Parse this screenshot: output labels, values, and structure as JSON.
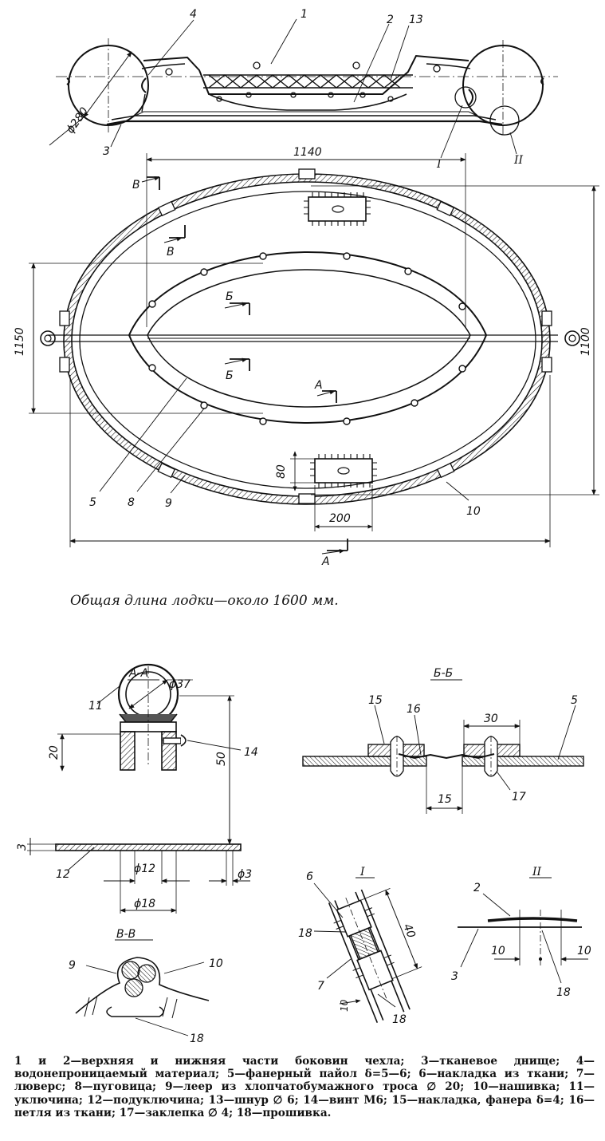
{
  "plan": {
    "parts_top": [
      "1",
      "2",
      "13",
      "4",
      "3",
      "I",
      "II"
    ],
    "diameter_280": "ϕ280",
    "dim_1140": "1140",
    "dim_1150": "1150",
    "dim_1100": "1100",
    "dim_80": "80",
    "dim_200": "200",
    "cut_B": "В",
    "cut_Bb": "Б",
    "cut_A": "А",
    "parts_plan": [
      "5",
      "8",
      "9",
      "10"
    ]
  },
  "caption": "Общая длина лодки—около 1600 мм.",
  "sections": {
    "aa": {
      "title": "А-А",
      "labels": [
        "11",
        "12",
        "14"
      ],
      "d37": "ϕ37",
      "d12": "ϕ12",
      "d18": "ϕ18",
      "d3": "ϕ3",
      "h50": "50",
      "h20": "20",
      "t3": "3"
    },
    "bb": {
      "title": "Б-Б",
      "labels": [
        "15",
        "16",
        "5",
        "17"
      ],
      "w30": "30",
      "w15": "15"
    },
    "vv": {
      "title": "В-В",
      "labels": [
        "9",
        "10",
        "18"
      ]
    },
    "det1": {
      "title": "I",
      "labels": [
        "6",
        "18",
        "7",
        "18"
      ],
      "l40": "40",
      "t10": "10"
    },
    "det2": {
      "title": "II",
      "labels": [
        "2",
        "3",
        "18"
      ],
      "w10a": "10",
      "w10b": "10"
    }
  },
  "legend": "1 и 2—верхняя и нижняя части боковин чехла; 3—тканевое днище; 4—водонепроницаемый материал; 5—фанерный пайол δ=5—6; 6—накладка из ткани; 7—люверс; 8—пуговица; 9—леер из хлопчатобумажного троса ∅ 20; 10—нашивка; 11—уключина; 12—подуключина; 13—шнур ∅ 6; 14—винт М6; 15—накладка, фанера δ=4; 16—петля из ткани; 17—заклепка ∅ 4; 18—прошивка."
}
